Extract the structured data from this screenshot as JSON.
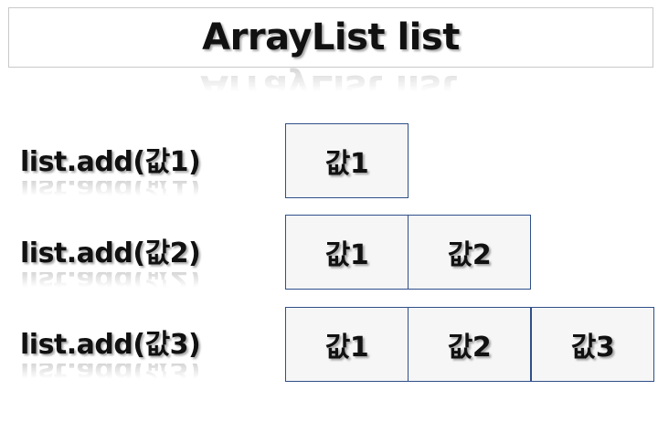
{
  "title": "ArrayList list",
  "rows": [
    {
      "label": "list.add(값1)",
      "cells": [
        "값1"
      ]
    },
    {
      "label": "list.add(값2)",
      "cells": [
        "값1",
        "값2"
      ]
    },
    {
      "label": "list.add(값3)",
      "cells": [
        "값1",
        "값2",
        "값3"
      ]
    }
  ],
  "colors": {
    "cell_border": "#2f4f8a",
    "cell_fill": "#f6f6f6",
    "title_border": "#c9c9c9"
  }
}
